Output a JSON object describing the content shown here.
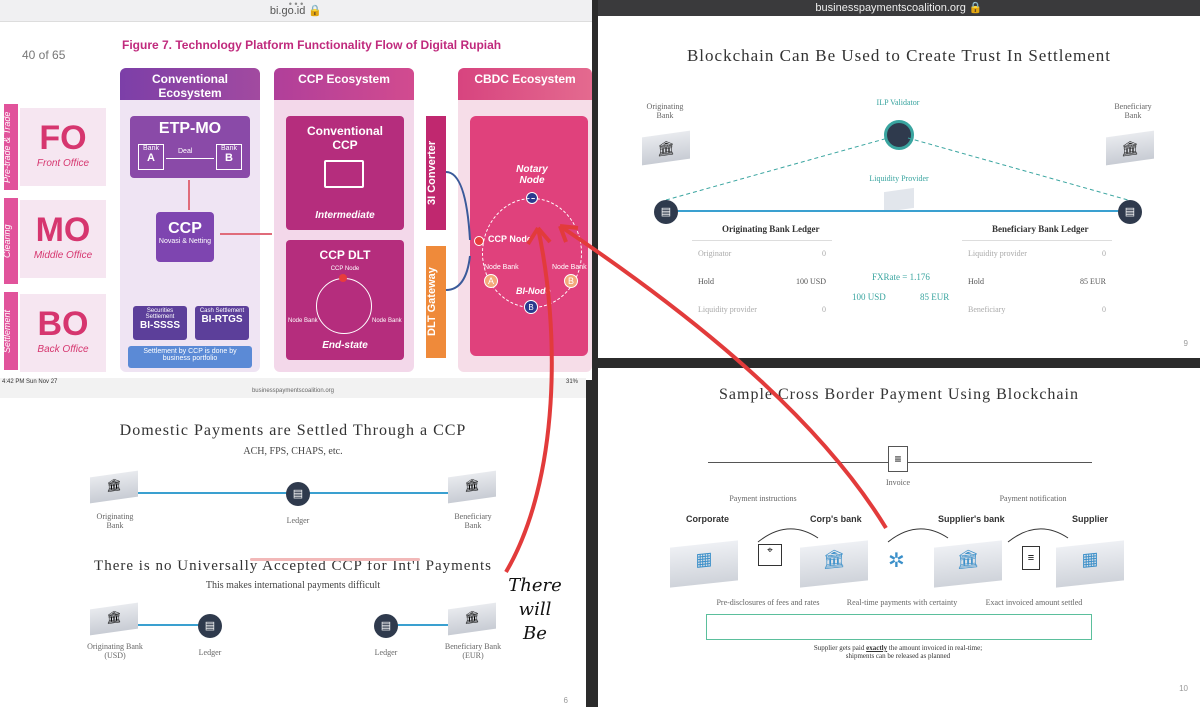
{
  "top_left": {
    "url": "bi.go.id",
    "page_counter": "40 of 65",
    "figure_title": "Figure 7. Technology Platform Functionality Flow of Digital Rupiah",
    "col_conventional": "Conventional Ecosystem",
    "col_ccp": "CCP Ecosystem",
    "col_cbdc": "CBDC Ecosystem",
    "row_pre": "Pre-trade & Trade",
    "row_clear": "Clearing",
    "row_settle": "Settlement",
    "fo": "FO",
    "fo_label": "Front Office",
    "mo": "MO",
    "mo_label": "Middle Office",
    "bo": "BO",
    "bo_label": "Back Office",
    "etp": "ETP-MO",
    "bank": "Bank",
    "a": "A",
    "b": "B",
    "deal": "Deal",
    "ccp": "CCP",
    "ccp_sub": "Novasi & Netting",
    "sec_settle": "Securities Settlement",
    "bi_ssss": "BI-SSSS",
    "cash_settle": "Cash Settlement",
    "bi_rtgs": "BI-RTGS",
    "settle_note": "Settlement by CCP is done by business portfolio",
    "conv_ccp": "Conventional CCP",
    "intermediate": "Intermediate",
    "ccp_dlt": "CCP DLT",
    "ccp_node": "CCP Node",
    "node_bank": "Node Bank",
    "end_state": "End-state",
    "converter": "3I Converter",
    "dlt_gateway": "DLT Gateway",
    "notary": "Notary Node",
    "ccp_node2": "CCP Node",
    "bi_node": "BI-Node",
    "bi": "B"
  },
  "top_right": {
    "url": "businesspaymentscoalition.org",
    "title": "Blockchain Can Be Used to Create Trust In Settlement",
    "orig_bank": "Originating Bank",
    "ilp": "ILP Validator",
    "benef_bank": "Beneficiary Bank",
    "liq": "Liquidity Provider",
    "orig_ledger": "Originating Bank Ledger",
    "benef_ledger": "Beneficiary Bank Ledger",
    "r1a": "Originator",
    "r1b": "0",
    "r2a": "Hold",
    "r2b": "100 USD",
    "r3a": "Liquidity provider",
    "r3b": "0",
    "s1a": "Liquidity provider",
    "s1b": "0",
    "s2a": "Hold",
    "s2b": "85 EUR",
    "s3a": "Beneficiary",
    "s3b": "0",
    "fx": "FXRate = 1.176",
    "usd": "100 USD",
    "eur": "85 EUR",
    "page": "9"
  },
  "bottom_left": {
    "status_time": "4:42 PM  Sun Nov 27",
    "url": "businesspaymentscoalition.org",
    "battery": "31%",
    "title": "Domestic Payments are Settled Through a CCP",
    "sub": "ACH, FPS, CHAPS, etc.",
    "orig": "Originating Bank",
    "ledger": "Ledger",
    "benef": "Beneficiary Bank",
    "title2": "There is no Universally Accepted CCP for Int'l Payments",
    "sub2": "This makes international payments difficult",
    "orig2": "Originating Bank (USD)",
    "ledger2": "Ledger",
    "ledger3": "Ledger",
    "benef2": "Beneficiary Bank (EUR)",
    "handwriting": [
      "There",
      "will",
      "Be"
    ],
    "page": "6"
  },
  "bottom_right": {
    "title": "Sample Cross Border Payment Using Blockchain",
    "invoice": "Invoice",
    "pay_instr": "Payment instructions",
    "pay_notif": "Payment notification",
    "corporate": "Corporate",
    "corps_bank": "Corp's bank",
    "suppliers_bank": "Supplier's bank",
    "supplier": "Supplier",
    "f1": "Pre-disclosures of fees and rates",
    "f2": "Real-time payments with certainty",
    "f3": "Exact invoiced amount settled",
    "note1": "Supplier gets paid",
    "note_bold": "exactly",
    "note2": "the amount invoiced in real-time;",
    "note3": "shipments can be released as planned",
    "page": "10"
  },
  "colors": {
    "pink": "#d6366f",
    "purple": "#8a3fa8",
    "blue": "#3a8fc9",
    "green": "#5bbf9c",
    "red": "#e23b3b"
  }
}
